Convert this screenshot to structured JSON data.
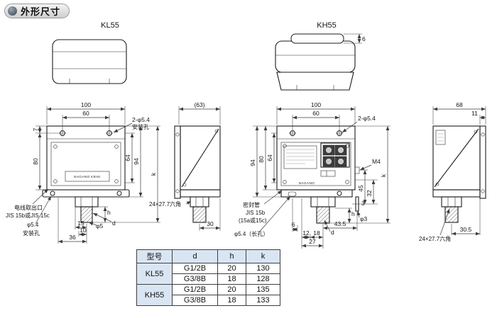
{
  "page": {
    "title": "外形尺寸"
  },
  "kl55": {
    "title": "KL55",
    "labels": {
      "dim_100": "100",
      "dim_60": "60",
      "mount_note_line1": "2-φ5.4",
      "mount_note_line2": "安装孔",
      "dim_7": "7",
      "dim_80": "80",
      "dim_64": "64",
      "dim_94": "94",
      "dim_k": "k",
      "dim_h": "h",
      "dim_15": "15",
      "dim_10": "10",
      "dim_36": "36",
      "dim_phi5": "φ5",
      "dim_d": "d",
      "dim_63": "(63)",
      "dim_30": "30",
      "hex_note": "24×27.7六角",
      "brand": "NAGANO KEIKI",
      "outlet_line1": "电线取出口",
      "outlet_line2": "JIS 15b或JIS 15c",
      "outlet_line3": "φ5.4",
      "outlet_line4": "安装孔"
    }
  },
  "kh55": {
    "title": "KH55",
    "labels": {
      "dim_top_6": "6",
      "dim_100": "100",
      "dim_60": "60",
      "mount_note": "2-φ5.4",
      "dim_94": "94",
      "dim_80": "80",
      "dim_64": "64",
      "m4": "M4",
      "dim_45": "45",
      "dim_32": "32",
      "dim_k": "k",
      "dim_h": "h",
      "dim_6": "6",
      "dim_12": "12",
      "dim_18": "18",
      "dim_27": "27",
      "dim_43_5": "43.5",
      "dim_phi3": "φ3",
      "dim_3": "3",
      "dim_d": "d",
      "seal_line1": "密封管",
      "seal_line2": "JIS 15b",
      "seal_line3": "(15a或15c)",
      "slot_note": "φ5.4（长孔）",
      "brand": "NAGANO",
      "dim_68": "68",
      "dim_11": "11",
      "dim_30_5": "30.5",
      "hex_note": "24×27.7六角"
    }
  },
  "table": {
    "headers": [
      "型号",
      "d",
      "h",
      "k"
    ],
    "rows": [
      {
        "model": "KL55",
        "d": "G1/2B",
        "h": "20",
        "k": "130"
      },
      {
        "model": "KL55",
        "d": "G3/8B",
        "h": "18",
        "k": "128"
      },
      {
        "model": "KH55",
        "d": "G1/2B",
        "h": "20",
        "k": "135"
      },
      {
        "model": "KH55",
        "d": "G3/8B",
        "h": "18",
        "k": "133"
      }
    ]
  }
}
